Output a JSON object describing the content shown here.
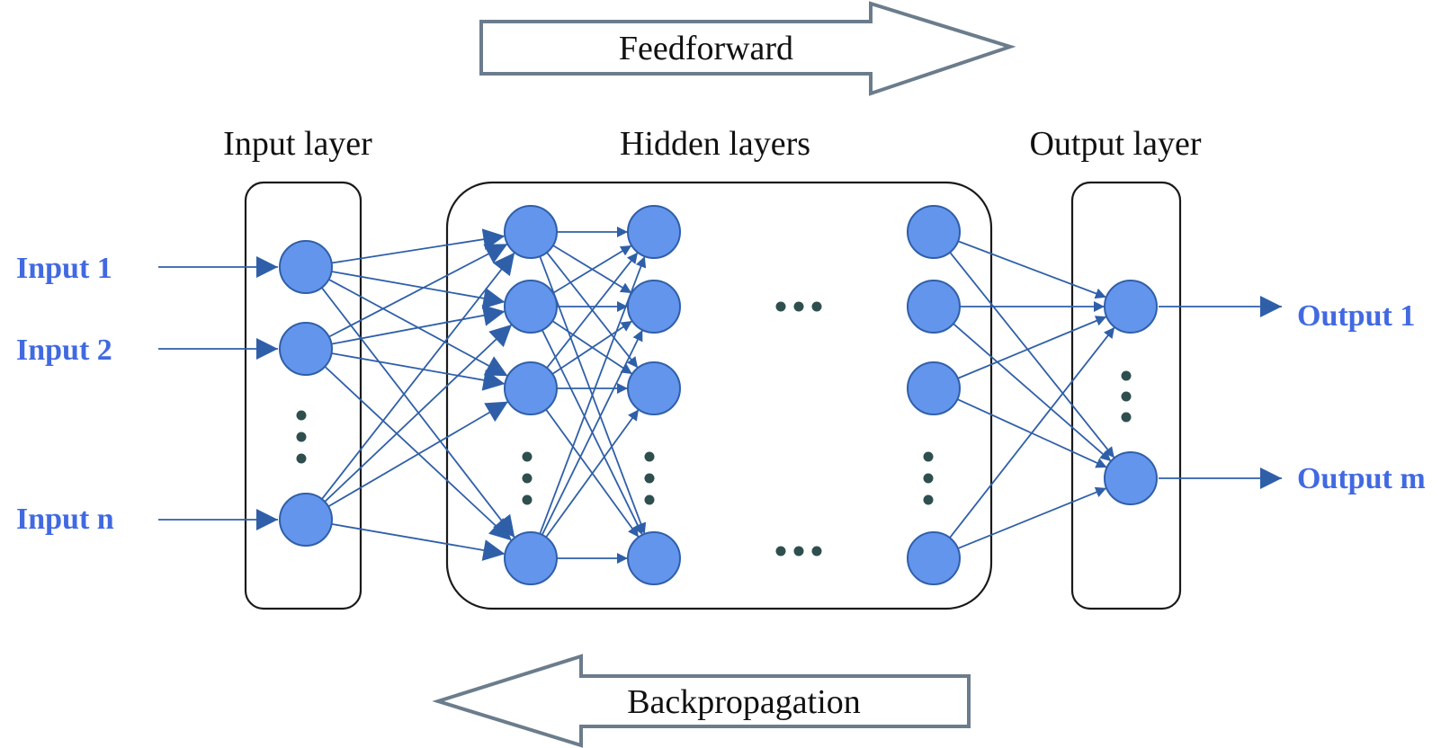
{
  "directions": {
    "forward": "Feedforward",
    "backward": "Backpropagation"
  },
  "layers": {
    "input": "Input layer",
    "hidden": "Hidden layers",
    "output": "Output layer"
  },
  "inputs": [
    "Input 1",
    "Input 2",
    "Input n"
  ],
  "outputs": [
    "Output 1",
    "Output m"
  ],
  "colors": {
    "node_fill": "#6495ED",
    "node_stroke": "#2F5FA8",
    "edge": "#2F5FA8",
    "label": "#4169E1",
    "big_arrow_stroke": "#6B7C8C",
    "dots": "#2F4F4F"
  }
}
